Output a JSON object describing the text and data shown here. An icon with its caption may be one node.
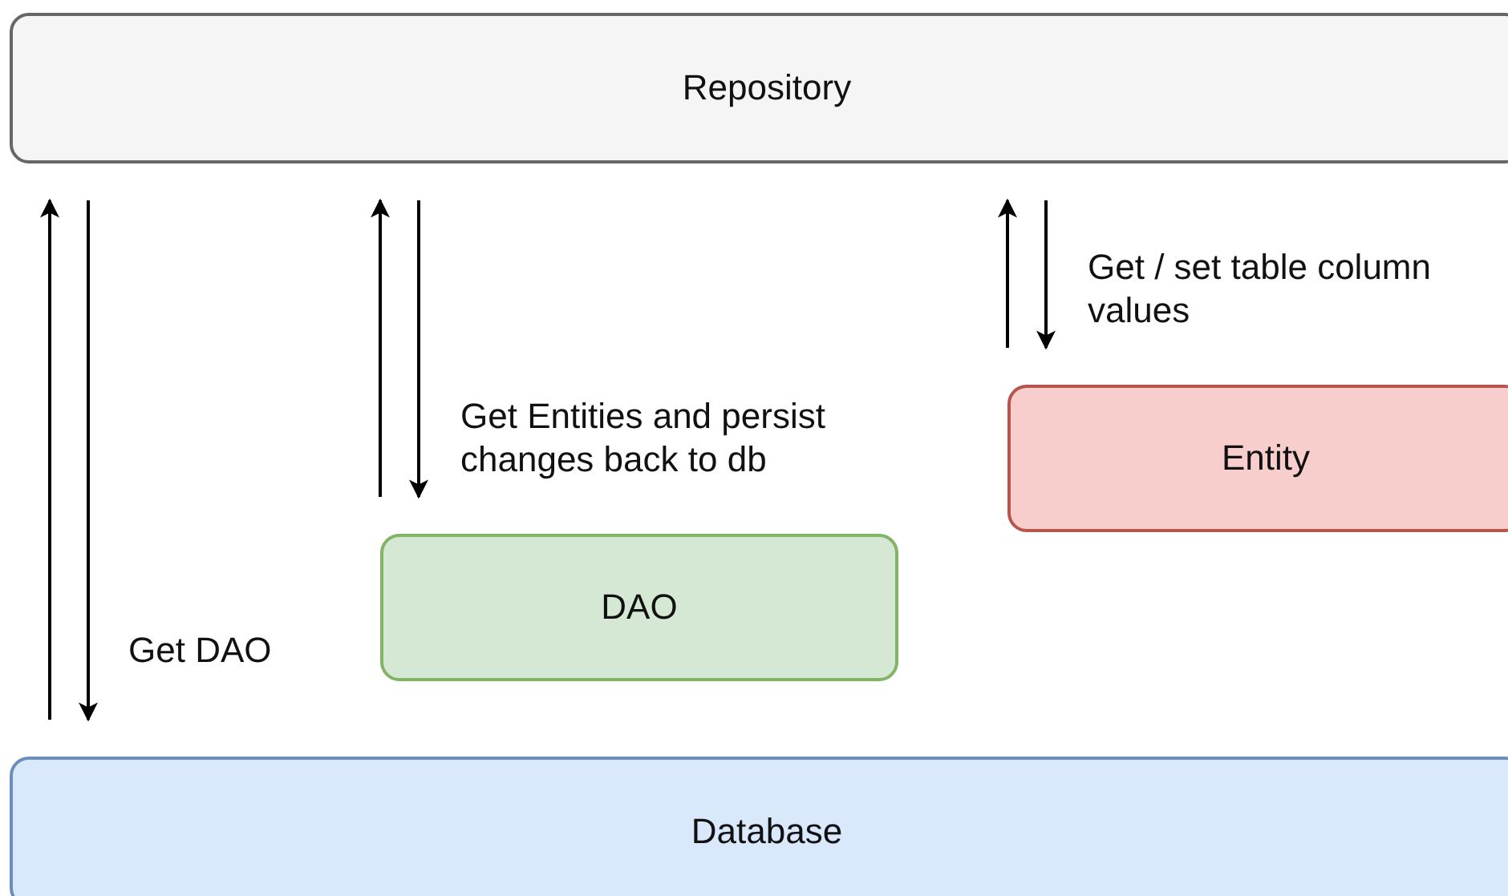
{
  "diagram": {
    "nodes": [
      {
        "text": [
          "Repository"
        ]
      },
      {
        "text": [
          "Entity"
        ]
      },
      {
        "text": [
          "DAO"
        ]
      },
      {
        "text": [
          "Database"
        ]
      }
    ],
    "edges": [
      {
        "from": 3,
        "to": 0,
        "arrow": "to"
      },
      {
        "from": 0,
        "to": 3,
        "arrow": "to",
        "label": "Get DAO"
      },
      {
        "from": 2,
        "to": 0,
        "arrow": "to"
      },
      {
        "from": 0,
        "to": 2,
        "arrow": "to",
        "label": "Get Entities and persist changes back to db"
      },
      {
        "from": 1,
        "to": 0,
        "arrow": "to"
      },
      {
        "from": 0,
        "to": 1,
        "arrow": "to",
        "label": "Get / set table column values"
      }
    ]
  }
}
